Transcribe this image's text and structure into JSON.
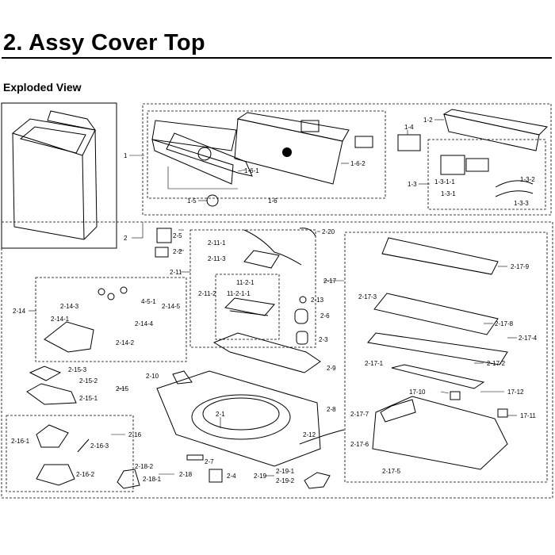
{
  "header": {
    "title": "2.  Assy Cover Top",
    "subtitle": "Exploded View"
  },
  "callouts": [
    {
      "id": "c-1",
      "text": "1"
    },
    {
      "id": "c-1-6-1",
      "text": "1-6-1"
    },
    {
      "id": "c-1-6-2",
      "text": "1-6-2"
    },
    {
      "id": "c-1-5",
      "text": "1-5"
    },
    {
      "id": "c-1-6",
      "text": "1-6"
    },
    {
      "id": "c-1-4",
      "text": "1-4"
    },
    {
      "id": "c-1-2",
      "text": "1-2"
    },
    {
      "id": "c-1-3",
      "text": "1-3"
    },
    {
      "id": "c-1-3-1-1",
      "text": "1-3-1-1"
    },
    {
      "id": "c-1-3-1",
      "text": "1-3-1"
    },
    {
      "id": "c-1-3-2",
      "text": "1-3-2"
    },
    {
      "id": "c-1-3-3",
      "text": "1-3-3"
    },
    {
      "id": "c-2",
      "text": "2"
    },
    {
      "id": "c-2-5",
      "text": "2-5"
    },
    {
      "id": "c-2-2",
      "text": "2-2"
    },
    {
      "id": "c-2-20",
      "text": "2-20"
    },
    {
      "id": "c-2-11-1",
      "text": "2-11-1"
    },
    {
      "id": "c-2-11-3",
      "text": "2-11-3"
    },
    {
      "id": "c-2-11",
      "text": "2-11"
    },
    {
      "id": "c-2-11-2",
      "text": "2-11-2"
    },
    {
      "id": "c-11-2-1",
      "text": "11-2-1"
    },
    {
      "id": "c-11-2-1-1",
      "text": "11-2-1-1"
    },
    {
      "id": "c-2-17",
      "text": "2-17"
    },
    {
      "id": "c-2-17-9",
      "text": "2-17-9"
    },
    {
      "id": "c-2-17-3",
      "text": "2-17-3"
    },
    {
      "id": "c-2-17-8",
      "text": "2-17-8"
    },
    {
      "id": "c-2-17-4",
      "text": "2-17-4"
    },
    {
      "id": "c-2-17-1",
      "text": "2-17-1"
    },
    {
      "id": "c-2-17-2",
      "text": "2-17-2"
    },
    {
      "id": "c-17-10",
      "text": "17-10"
    },
    {
      "id": "c-17-12",
      "text": "17-12"
    },
    {
      "id": "c-2-17-7",
      "text": "2-17-7"
    },
    {
      "id": "c-17-11",
      "text": "17-11"
    },
    {
      "id": "c-2-17-6",
      "text": "2-17-6"
    },
    {
      "id": "c-2-17-5",
      "text": "2-17-5"
    },
    {
      "id": "c-2-13",
      "text": "2-13"
    },
    {
      "id": "c-2-6",
      "text": "2-6"
    },
    {
      "id": "c-2-3",
      "text": "2-3"
    },
    {
      "id": "c-2-9",
      "text": "2-9"
    },
    {
      "id": "c-2-8",
      "text": "2-8"
    },
    {
      "id": "c-2-14",
      "text": "2-14"
    },
    {
      "id": "c-2-14-3",
      "text": "2-14-3"
    },
    {
      "id": "c-4-5-1",
      "text": "4-5-1"
    },
    {
      "id": "c-2-14-5",
      "text": "2-14-5"
    },
    {
      "id": "c-2-14-4",
      "text": "2-14-4"
    },
    {
      "id": "c-2-14-1",
      "text": "2-14-1"
    },
    {
      "id": "c-2-14-2",
      "text": "2-14-2"
    },
    {
      "id": "c-2-15-3",
      "text": "2-15-3"
    },
    {
      "id": "c-2-15-2",
      "text": "2-15-2"
    },
    {
      "id": "c-2-15",
      "text": "2-15"
    },
    {
      "id": "c-2-15-1",
      "text": "2-15-1"
    },
    {
      "id": "c-2-10",
      "text": "2-10"
    },
    {
      "id": "c-2-1",
      "text": "2-1"
    },
    {
      "id": "c-2-12",
      "text": "2-12"
    },
    {
      "id": "c-2-16",
      "text": "2-16"
    },
    {
      "id": "c-2-16-1",
      "text": "2-16-1"
    },
    {
      "id": "c-2-16-3",
      "text": "2-16-3"
    },
    {
      "id": "c-2-16-2",
      "text": "2-16-2"
    },
    {
      "id": "c-2-7",
      "text": "2-7"
    },
    {
      "id": "c-2-18-2",
      "text": "2-18-2"
    },
    {
      "id": "c-2-18",
      "text": "2-18"
    },
    {
      "id": "c-2-18-1",
      "text": "2-18-1"
    },
    {
      "id": "c-2-4",
      "text": "2-4"
    },
    {
      "id": "c-2-19",
      "text": "2-19"
    },
    {
      "id": "c-2-19-1",
      "text": "2-19-1"
    },
    {
      "id": "c-2-19-2",
      "text": "2-19-2"
    }
  ]
}
